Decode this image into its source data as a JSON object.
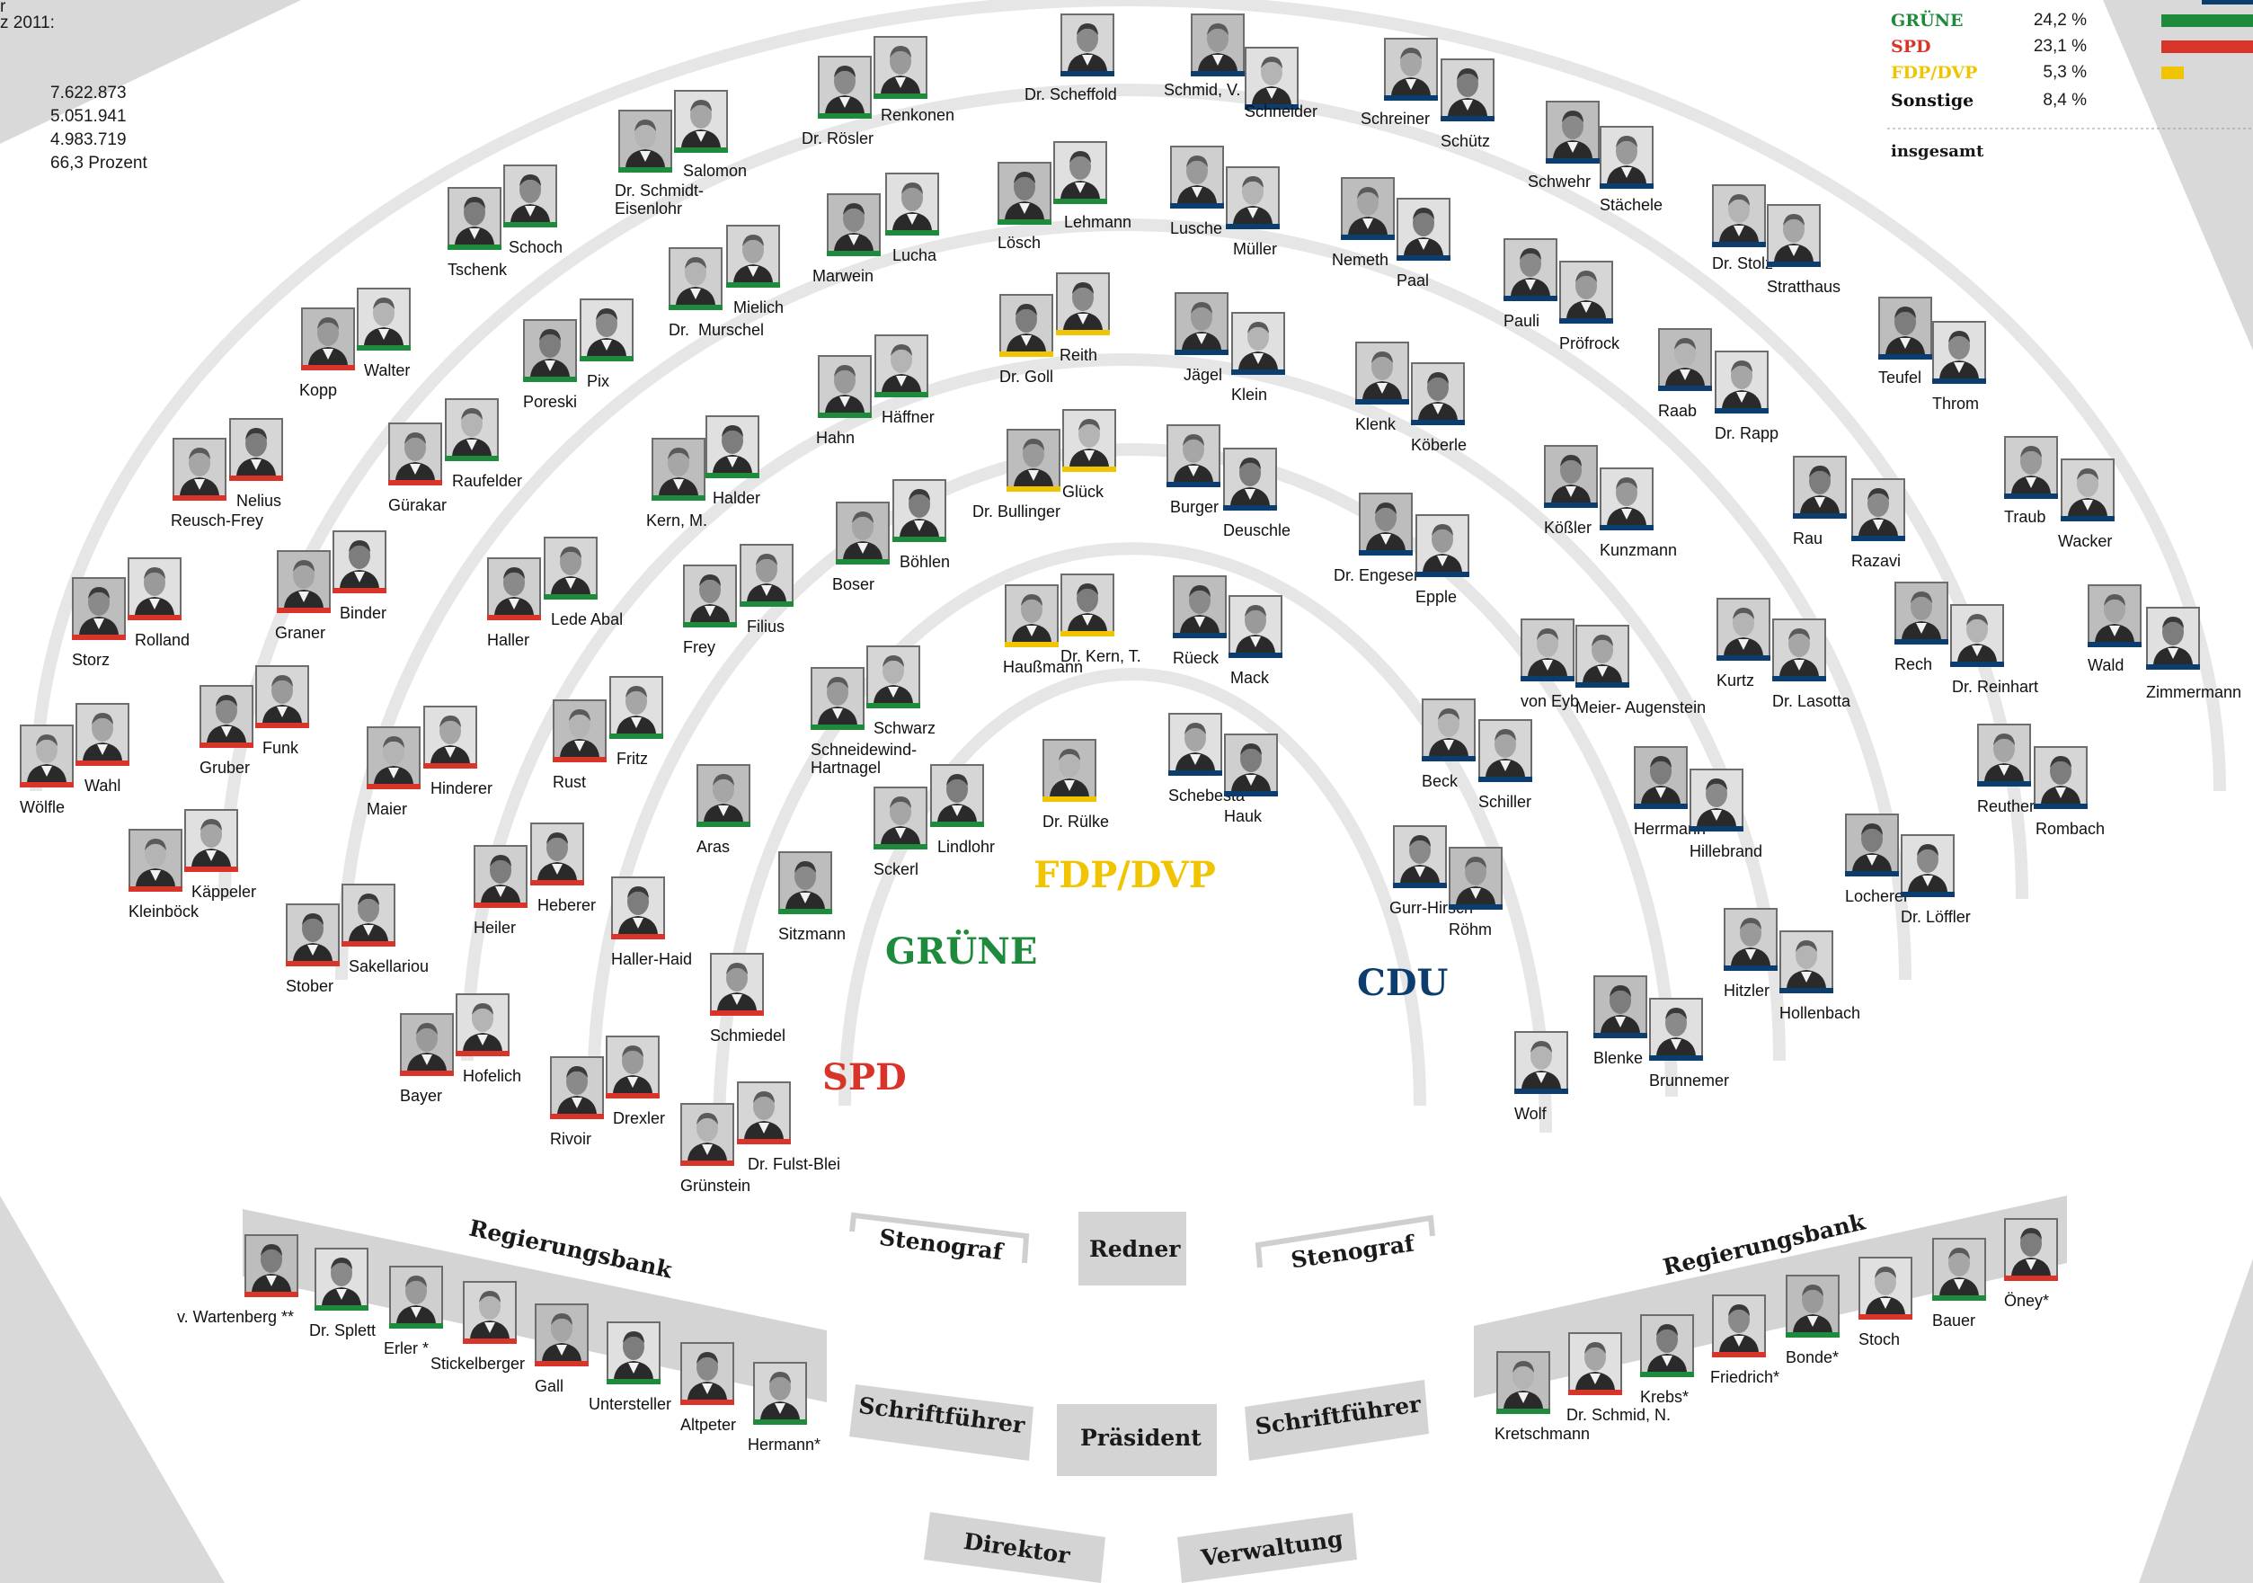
{
  "colors": {
    "CDU": "#0b3d6e",
    "GRUENE": "#1e8a3c",
    "SPD": "#d8342a",
    "FDP": "#f0c400",
    "arc": "#e4e4e4",
    "hex": "#d9d9d9",
    "box": "#d4d4d4"
  },
  "top_left": {
    "line1": "r",
    "line2": "z 2011:",
    "values": [
      "7.622.873",
      "5.051.941",
      "4.983.719",
      "66,3 Prozent"
    ]
  },
  "legend": {
    "rows": [
      {
        "party": "GRÜNE",
        "value": "24,2 %",
        "color_key": "GRUENE"
      },
      {
        "party": "SPD",
        "value": "23,1 %",
        "color_key": "SPD"
      },
      {
        "party": "FDP/DVP",
        "value": "5,3 %",
        "color_key": "FDP"
      },
      {
        "party": "Sonstige",
        "value": "8,4 %",
        "color_key": "none"
      }
    ],
    "total_label": "insgesamt"
  },
  "party_labels": [
    {
      "text": "FDP/DVP",
      "color_key": "FDP"
    },
    {
      "text": "GRÜNE",
      "color_key": "GRUENE"
    },
    {
      "text": "CDU",
      "color_key": "CDU"
    },
    {
      "text": "SPD",
      "color_key": "SPD"
    }
  ],
  "room_labels": [
    "Stenograf",
    "Redner",
    "Stenograf",
    "Schriftführer",
    "Präsident",
    "Schriftführer",
    "Direktor",
    "Verwaltung",
    "Regierungsbank",
    "Regierungsbank"
  ],
  "seats": [
    {
      "name": "Dr. Scheffold",
      "party": "CDU"
    },
    {
      "name": "Schmid, V.",
      "party": "CDU"
    },
    {
      "name": "Schneider",
      "party": "CDU"
    },
    {
      "name": "Schreiner",
      "party": "CDU"
    },
    {
      "name": "Schütz",
      "party": "CDU"
    },
    {
      "name": "Schwehr",
      "party": "CDU"
    },
    {
      "name": "Stächele",
      "party": "CDU"
    },
    {
      "name": "Dr. Stolz",
      "party": "CDU"
    },
    {
      "name": "Stratthaus",
      "party": "CDU"
    },
    {
      "name": "Teufel",
      "party": "CDU"
    },
    {
      "name": "Throm",
      "party": "CDU"
    },
    {
      "name": "Traub",
      "party": "CDU"
    },
    {
      "name": "Wacker",
      "party": "CDU"
    },
    {
      "name": "Wald",
      "party": "CDU"
    },
    {
      "name": "Zimmermann",
      "party": "CDU"
    },
    {
      "name": "Dr. Rösler",
      "party": "GRUENE"
    },
    {
      "name": "Renkonen",
      "party": "GRUENE"
    },
    {
      "name": "Dr. Schmidt-\nEisenlohr",
      "party": "GRUENE"
    },
    {
      "name": "Salomon",
      "party": "GRUENE"
    },
    {
      "name": "Tschenk",
      "party": "GRUENE"
    },
    {
      "name": "Schoch",
      "party": "GRUENE"
    },
    {
      "name": "Kopp",
      "party": "SPD"
    },
    {
      "name": "Walter",
      "party": "GRUENE"
    },
    {
      "name": "Reusch-Frey",
      "party": "SPD"
    },
    {
      "name": "Nelius",
      "party": "SPD"
    },
    {
      "name": "Storz",
      "party": "SPD"
    },
    {
      "name": "Rolland",
      "party": "SPD"
    },
    {
      "name": "Wölfle",
      "party": "SPD"
    },
    {
      "name": "Wahl",
      "party": "SPD"
    },
    {
      "name": "Lösch",
      "party": "GRUENE"
    },
    {
      "name": "Lehmann",
      "party": "GRUENE"
    },
    {
      "name": "Lusche",
      "party": "CDU"
    },
    {
      "name": "Müller",
      "party": "CDU"
    },
    {
      "name": "Nemeth",
      "party": "CDU"
    },
    {
      "name": "Paal",
      "party": "CDU"
    },
    {
      "name": "Pauli",
      "party": "CDU"
    },
    {
      "name": "Pröfrock",
      "party": "CDU"
    },
    {
      "name": "Raab",
      "party": "CDU"
    },
    {
      "name": "Dr. Rapp",
      "party": "CDU"
    },
    {
      "name": "Rau",
      "party": "CDU"
    },
    {
      "name": "Razavi",
      "party": "CDU"
    },
    {
      "name": "Rech",
      "party": "CDU"
    },
    {
      "name": "Dr. Reinhart",
      "party": "CDU"
    },
    {
      "name": "Reuther",
      "party": "CDU"
    },
    {
      "name": "Rombach",
      "party": "CDU"
    },
    {
      "name": "Marwein",
      "party": "GRUENE"
    },
    {
      "name": "Lucha",
      "party": "GRUENE"
    },
    {
      "name": "Dr.  Murschel",
      "party": "GRUENE"
    },
    {
      "name": "Mielich",
      "party": "GRUENE"
    },
    {
      "name": "Poreski",
      "party": "GRUENE"
    },
    {
      "name": "Pix",
      "party": "GRUENE"
    },
    {
      "name": "Gürakar",
      "party": "SPD"
    },
    {
      "name": "Raufelder",
      "party": "GRUENE"
    },
    {
      "name": "Graner",
      "party": "SPD"
    },
    {
      "name": "Binder",
      "party": "SPD"
    },
    {
      "name": "Gruber",
      "party": "SPD"
    },
    {
      "name": "Funk",
      "party": "SPD"
    },
    {
      "name": "Kleinböck",
      "party": "SPD"
    },
    {
      "name": "Käppeler",
      "party": "SPD"
    },
    {
      "name": "Dr. Goll",
      "party": "FDP"
    },
    {
      "name": "Reith",
      "party": "FDP"
    },
    {
      "name": "Jägel",
      "party": "CDU"
    },
    {
      "name": "Klein",
      "party": "CDU"
    },
    {
      "name": "Klenk",
      "party": "CDU"
    },
    {
      "name": "Köberle",
      "party": "CDU"
    },
    {
      "name": "Kößler",
      "party": "CDU"
    },
    {
      "name": "Kunzmann",
      "party": "CDU"
    },
    {
      "name": "Kurtz",
      "party": "CDU"
    },
    {
      "name": "Dr. Lasotta",
      "party": "CDU"
    },
    {
      "name": "Locherer",
      "party": "CDU"
    },
    {
      "name": "Dr. Löffler",
      "party": "CDU"
    },
    {
      "name": "Hahn",
      "party": "GRUENE"
    },
    {
      "name": "Häffner",
      "party": "GRUENE"
    },
    {
      "name": "Kern, M.",
      "party": "GRUENE"
    },
    {
      "name": "Halder",
      "party": "GRUENE"
    },
    {
      "name": "Haller",
      "party": "SPD"
    },
    {
      "name": "Lede Abal",
      "party": "GRUENE"
    },
    {
      "name": "Maier",
      "party": "SPD"
    },
    {
      "name": "Hinderer",
      "party": "SPD"
    },
    {
      "name": "Stober",
      "party": "SPD"
    },
    {
      "name": "Sakellariou",
      "party": "SPD"
    },
    {
      "name": "Dr. Bullinger",
      "party": "FDP"
    },
    {
      "name": "Glück",
      "party": "FDP"
    },
    {
      "name": "Burger",
      "party": "CDU"
    },
    {
      "name": "Deuschle",
      "party": "CDU"
    },
    {
      "name": "Dr. Engeser",
      "party": "CDU"
    },
    {
      "name": "Epple",
      "party": "CDU"
    },
    {
      "name": "von Eyb",
      "party": "CDU"
    },
    {
      "name": "Meier- Augenstein",
      "party": "CDU"
    },
    {
      "name": "Herrmann",
      "party": "CDU"
    },
    {
      "name": "Hillebrand",
      "party": "CDU"
    },
    {
      "name": "Hitzler",
      "party": "CDU"
    },
    {
      "name": "Hollenbach",
      "party": "CDU"
    },
    {
      "name": "Boser",
      "party": "GRUENE"
    },
    {
      "name": "Böhlen",
      "party": "GRUENE"
    },
    {
      "name": "Frey",
      "party": "GRUENE"
    },
    {
      "name": "Filius",
      "party": "GRUENE"
    },
    {
      "name": "Rust",
      "party": "SPD"
    },
    {
      "name": "Fritz",
      "party": "GRUENE"
    },
    {
      "name": "Heiler",
      "party": "SPD"
    },
    {
      "name": "Heberer",
      "party": "SPD"
    },
    {
      "name": "Bayer",
      "party": "SPD"
    },
    {
      "name": "Hofelich",
      "party": "SPD"
    },
    {
      "name": "Haußmann",
      "party": "FDP"
    },
    {
      "name": "Dr. Kern, T.",
      "party": "FDP"
    },
    {
      "name": "Rüeck",
      "party": "CDU"
    },
    {
      "name": "Mack",
      "party": "CDU"
    },
    {
      "name": "Beck",
      "party": "CDU"
    },
    {
      "name": "Schiller",
      "party": "CDU"
    },
    {
      "name": "Blenke",
      "party": "CDU"
    },
    {
      "name": "Brunnemer",
      "party": "CDU"
    },
    {
      "name": "Schneidewind-\nHartnagel",
      "party": "GRUENE"
    },
    {
      "name": "Schwarz",
      "party": "GRUENE"
    },
    {
      "name": "Aras",
      "party": "GRUENE"
    },
    {
      "name": "Haller-Haid",
      "party": "SPD"
    },
    {
      "name": "Rivoir",
      "party": "SPD"
    },
    {
      "name": "Drexler",
      "party": "SPD"
    },
    {
      "name": "Dr. Rülke",
      "party": "FDP"
    },
    {
      "name": "Schebesta",
      "party": "CDU"
    },
    {
      "name": "Hauk",
      "party": "CDU"
    },
    {
      "name": "Gurr-Hirsch",
      "party": "CDU"
    },
    {
      "name": "Röhm",
      "party": "CDU"
    },
    {
      "name": "Wolf",
      "party": "CDU"
    },
    {
      "name": "Sckerl",
      "party": "GRUENE"
    },
    {
      "name": "Lindlohr",
      "party": "GRUENE"
    },
    {
      "name": "Sitzmann",
      "party": "GRUENE"
    },
    {
      "name": "Schmiedel",
      "party": "SPD"
    },
    {
      "name": "Grünstein",
      "party": "SPD"
    },
    {
      "name": "Dr. Fulst-Blei",
      "party": "SPD"
    },
    {
      "name": "v. Wartenberg **",
      "party": "SPD"
    },
    {
      "name": "Dr. Splett",
      "party": "GRUENE"
    },
    {
      "name": "Erler *",
      "party": "GRUENE"
    },
    {
      "name": "Stickelberger",
      "party": "SPD"
    },
    {
      "name": "Gall",
      "party": "SPD"
    },
    {
      "name": "Untersteller",
      "party": "GRUENE"
    },
    {
      "name": "Altpeter",
      "party": "SPD"
    },
    {
      "name": "Hermann*",
      "party": "GRUENE"
    },
    {
      "name": "Kretschmann",
      "party": "GRUENE"
    },
    {
      "name": "Dr. Schmid, N.",
      "party": "SPD"
    },
    {
      "name": "Krebs*",
      "party": "GRUENE"
    },
    {
      "name": "Friedrich*",
      "party": "SPD"
    },
    {
      "name": "Bonde*",
      "party": "GRUENE"
    },
    {
      "name": "Stoch",
      "party": "SPD"
    },
    {
      "name": "Bauer",
      "party": "GRUENE"
    },
    {
      "name": "Öney*",
      "party": "SPD"
    }
  ]
}
